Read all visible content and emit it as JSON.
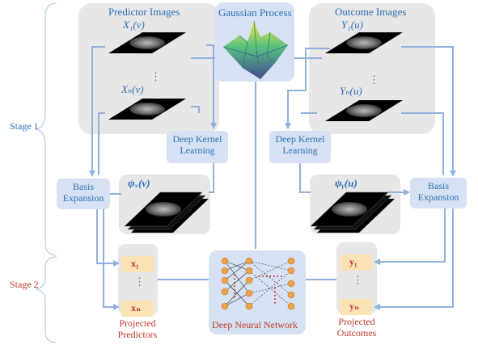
{
  "stages": {
    "stage1": "Stage 1",
    "stage2": "Stage 2"
  },
  "predictor_images": {
    "title": "Predictor Images",
    "first": "X₁(v)",
    "last": "Xₙ(v)",
    "dots": "⋮"
  },
  "outcome_images": {
    "title": "Outcome Images",
    "first": "Y₁(u)",
    "last": "Yₙ(u)",
    "dots": "⋮"
  },
  "gaussian_process": {
    "title": "Gaussian Process"
  },
  "deep_kernel_learning": {
    "line1": "Deep Kernel",
    "line2": "Learning"
  },
  "basis_expansion": {
    "line1": "Basis",
    "line2": "Expansion"
  },
  "psi_x": "ψₓ(v)",
  "psi_y": "ψᵧ(u)",
  "projected_predictors": {
    "x1": "x₁",
    "xn": "xₙ",
    "dots": "⋮",
    "line1": "Projected",
    "line2": "Predictors"
  },
  "projected_outcomes": {
    "y1": "y₁",
    "yn": "yₙ",
    "dots": "⋮",
    "line1": "Projected",
    "line2": "Outcomes"
  },
  "dnn": {
    "title": "Deep Neural Network"
  },
  "colors": {
    "arrow": "#8fb1dd",
    "box": "#d6e2f3",
    "panel": "#e7e7e7",
    "accent_blue": "#2f6fb5",
    "accent_red": "#c0392b",
    "node": "#f0a14a"
  }
}
